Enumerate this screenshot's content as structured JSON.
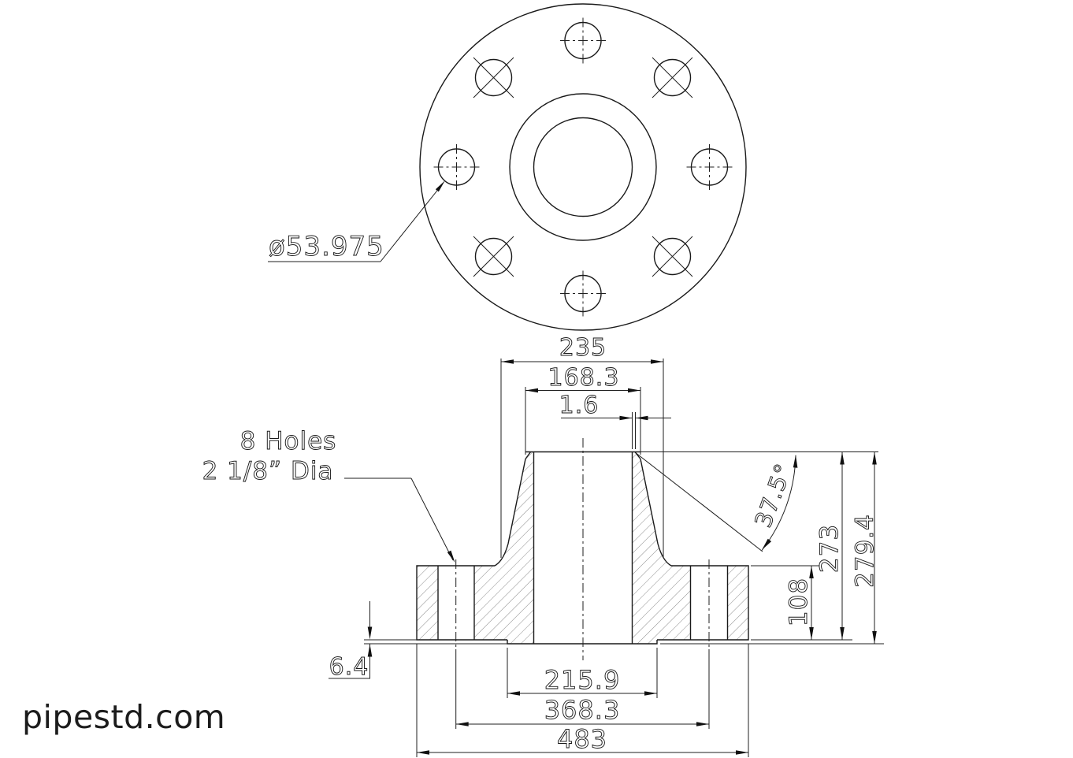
{
  "branding": {
    "watermark": "pipestd.com"
  },
  "front_view": {
    "bolt_hole_callout": "ø53.975",
    "holes_note_line1": "8 Holes",
    "holes_note_line2": "2 1/8” Dia"
  },
  "section_view": {
    "hub_base_diameter": "235",
    "weld_neck_od": "168.3",
    "weld_land": "1.6",
    "bevel_angle": "37.5°",
    "length_through_hub": "273",
    "overall_length": "279.4",
    "flange_thickness": "108",
    "raised_face_height": "6.4",
    "raised_face_diameter": "215.9",
    "bolt_circle_diameter": "368.3",
    "flange_od": "483"
  },
  "colors": {
    "line": "#1a1a1a",
    "hatch": "#8c8c8c",
    "background": "#ffffff"
  }
}
